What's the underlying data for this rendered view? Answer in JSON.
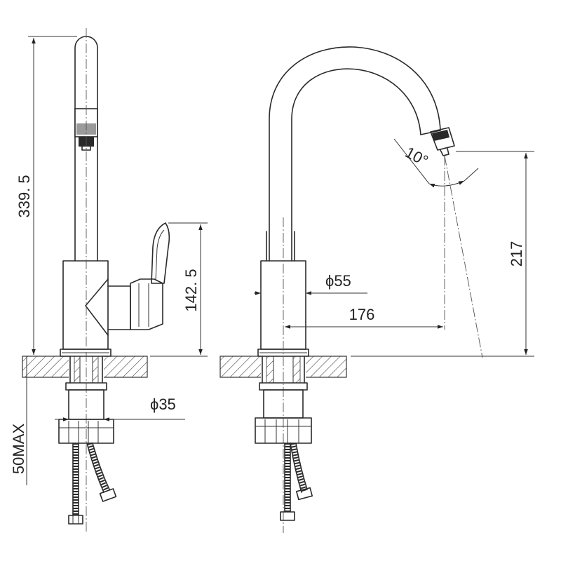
{
  "dimensions": {
    "total_height": "339. 5",
    "lever_height": "142. 5",
    "max_thickness": "50MAX",
    "shank_dia": "ϕ35",
    "body_dia": "ϕ55",
    "reach": "176",
    "spout_height": "217",
    "angle": "10°"
  },
  "colors": {
    "line": "#2a2a2a",
    "background": "#ffffff"
  }
}
